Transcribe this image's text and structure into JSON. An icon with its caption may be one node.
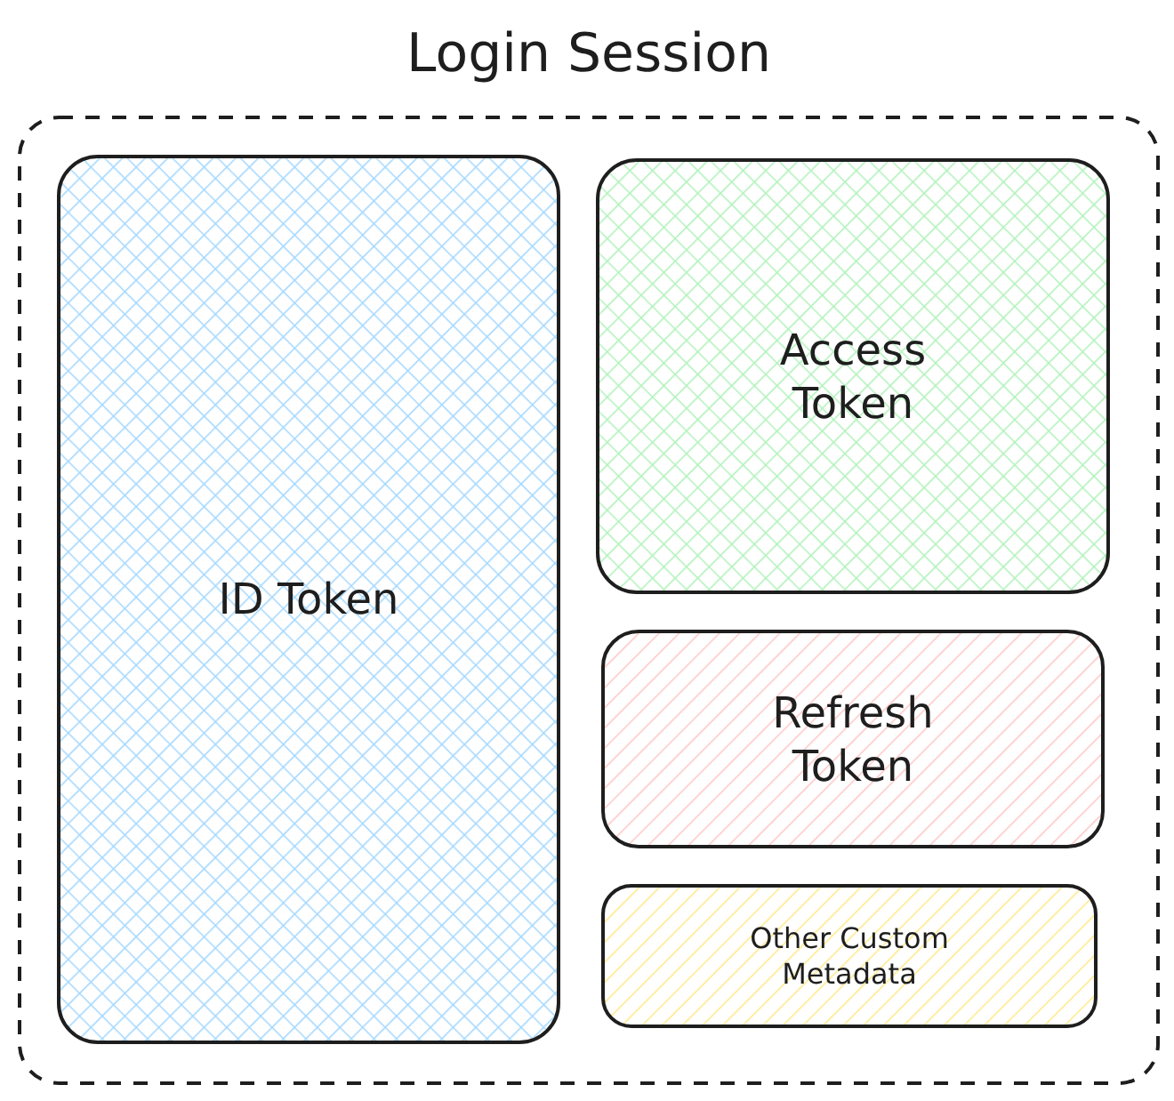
{
  "diagram": {
    "nodes": [
      {
        "text": [
          "Login Session"
        ]
      },
      {
        "text": [
          "ID Token"
        ],
        "in": 0
      },
      {
        "text": [
          "Access Token"
        ],
        "in": 0
      },
      {
        "text": [
          "Refresh Token"
        ],
        "in": 0
      },
      {
        "text": [
          "Other Custom Metadata"
        ],
        "in": 0
      }
    ]
  }
}
